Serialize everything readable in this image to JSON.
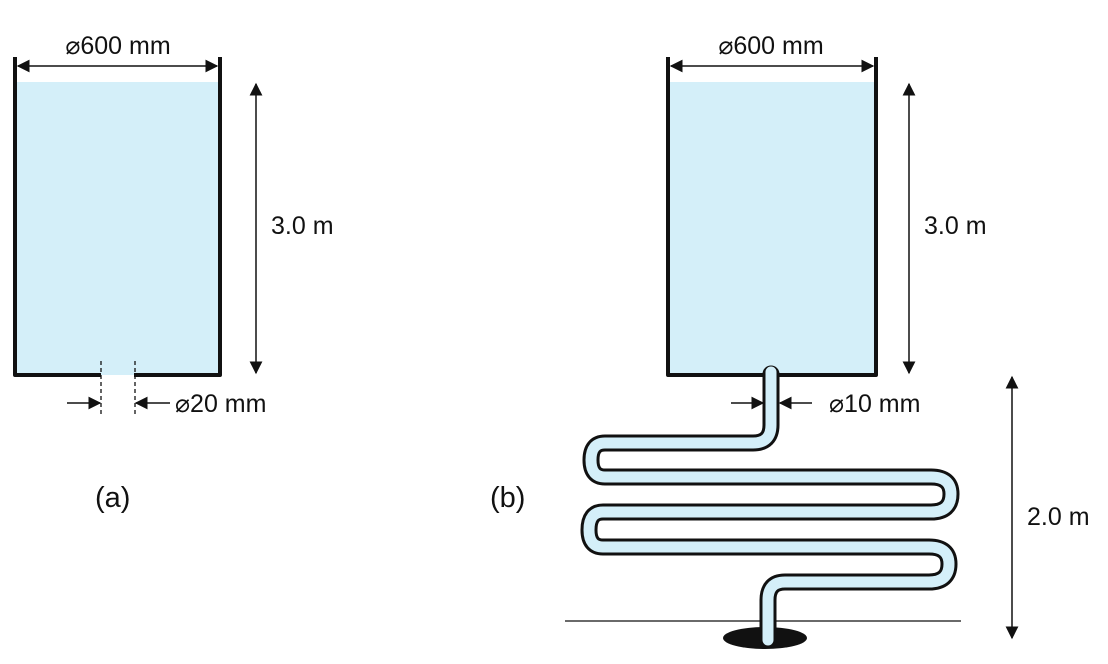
{
  "colors": {
    "water": "#d4eff9",
    "outline": "#111111",
    "background": "#ffffff"
  },
  "panel_a": {
    "label": "(a)",
    "tank_diameter_label": "⌀600 mm",
    "water_height_label": "3.0 m",
    "orifice_diameter_label": "⌀20 mm"
  },
  "panel_b": {
    "label": "(b)",
    "tank_diameter_label": "⌀600 mm",
    "water_height_label": "3.0 m",
    "pipe_diameter_label": "⌀10 mm",
    "drop_height_label": "2.0 m"
  }
}
